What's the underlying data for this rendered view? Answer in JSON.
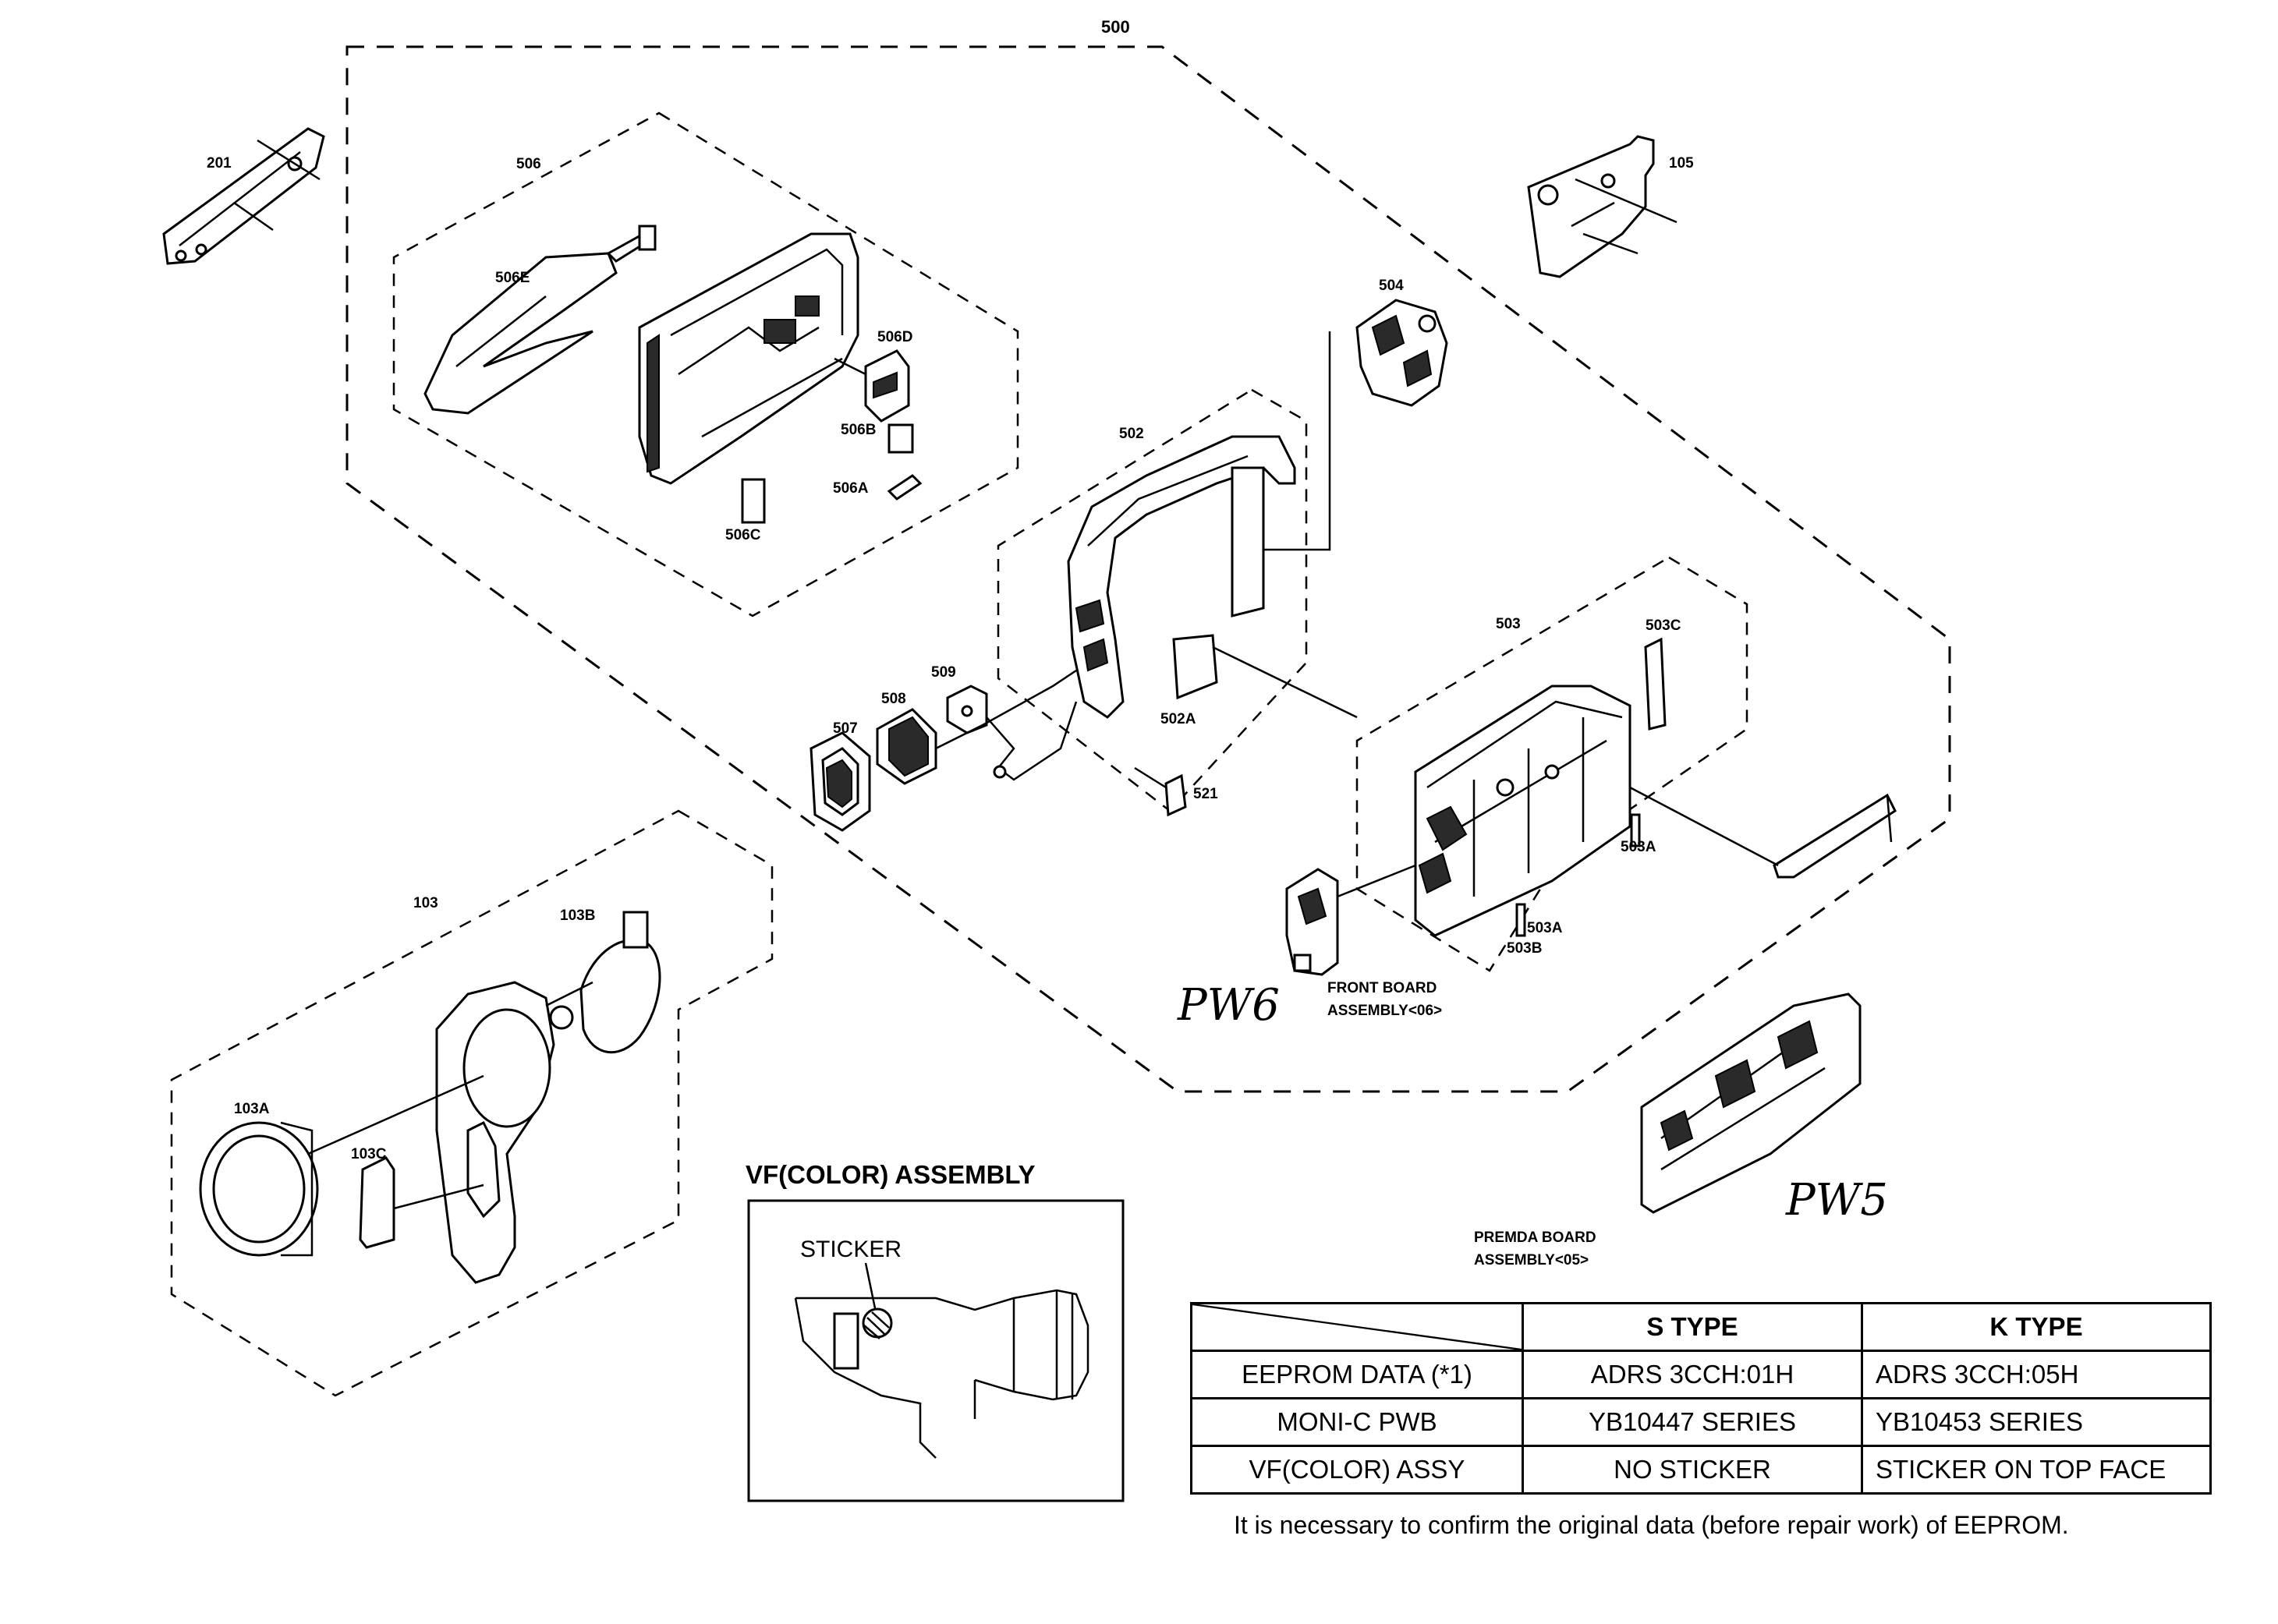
{
  "labels": {
    "l500": "500",
    "l201": "201",
    "l105": "105",
    "l506": "506",
    "l506e": "506E",
    "l506d": "506D",
    "l506b": "506B",
    "l506a": "506A",
    "l506c": "506C",
    "l504": "504",
    "l502": "502",
    "l503": "503",
    "l503c": "503C",
    "l509": "509",
    "l508": "508",
    "l507": "507",
    "l502a": "502A",
    "l521": "521",
    "l503a1": "503A",
    "l503a2": "503A",
    "l503b": "503B",
    "l103": "103",
    "l103b": "103B",
    "l103a": "103A",
    "l103c": "103C",
    "front_board_1": "FRONT BOARD",
    "front_board_2": "ASSEMBLY<06>",
    "premda_1": "PREMDA BOARD",
    "premda_2": "ASSEMBLY<05>",
    "pw6": "PW6",
    "pw5": "PW5"
  },
  "vf_assembly": {
    "title": "VF(COLOR) ASSEMBLY",
    "sticker_label": "STICKER"
  },
  "table": {
    "headers": [
      "",
      "S TYPE",
      "K TYPE"
    ],
    "rows": [
      [
        "EEPROM DATA (*1)",
        "ADRS 3CCH:01H",
        "ADRS 3CCH:05H"
      ],
      [
        "MONI-C PWB",
        "YB10447 SERIES",
        "YB10453 SERIES"
      ],
      [
        "VF(COLOR) ASSY",
        "NO STICKER",
        "STICKER ON TOP FACE"
      ]
    ]
  },
  "note": "It is necessary to confirm the original data (before repair work) of EEPROM."
}
